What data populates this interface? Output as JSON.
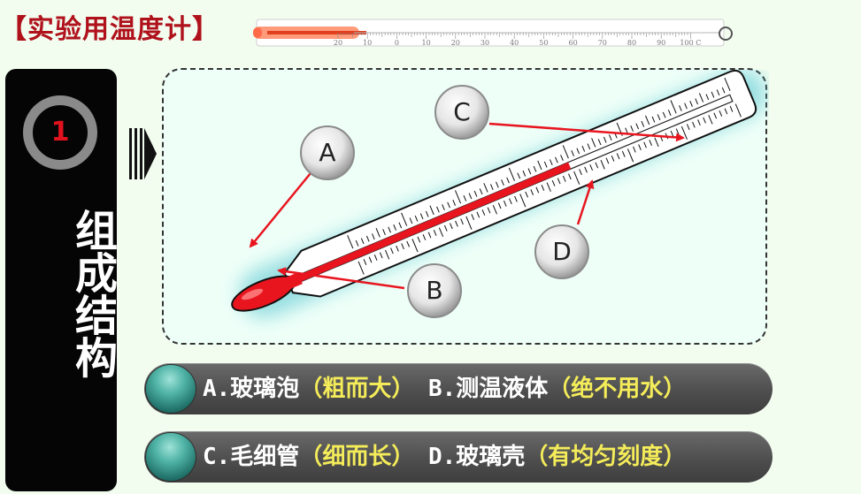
{
  "header": {
    "title": "【实验用温度计】"
  },
  "side_panel": {
    "number": "1",
    "title": "组成结构"
  },
  "scale_labels": [
    "20",
    "10",
    "0",
    "10",
    "20",
    "30",
    "40",
    "50",
    "60",
    "70",
    "80",
    "90",
    "100 C"
  ],
  "diagram": {
    "labels": [
      {
        "id": "A",
        "text": "A"
      },
      {
        "id": "B",
        "text": "B"
      },
      {
        "id": "C",
        "text": "C"
      },
      {
        "id": "D",
        "text": "D"
      }
    ]
  },
  "captions": [
    [
      {
        "part": "A.玻璃泡",
        "note": "（粗而大）"
      },
      {
        "part": "B.测温液体",
        "note": "（绝不用水）"
      }
    ],
    [
      {
        "part": "C.毛细管",
        "note": "（细而长）"
      },
      {
        "part": "D.玻璃壳",
        "note": "（有均匀刻度）"
      }
    ]
  ],
  "colors": {
    "title_red": "#b0121c",
    "liquid_red": "#e8151f",
    "note_yellow": "#f4ec59",
    "panel_black": "#050505",
    "orb_teal": "#4fb3a5"
  }
}
